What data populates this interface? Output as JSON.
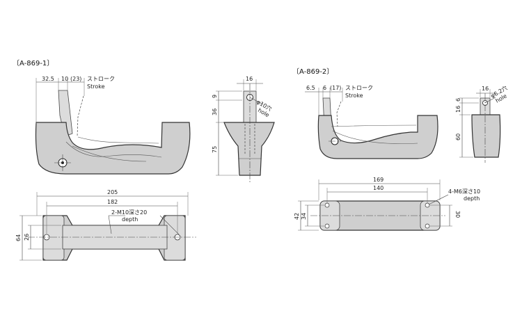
{
  "a1": {
    "title": "〔A-869-1〕",
    "side": {
      "d1": "32.5",
      "d2": "10",
      "d3": "(23)",
      "stroke_jp": "ストローク",
      "stroke_en": "Stroke"
    },
    "end": {
      "w": "16",
      "h1": "9",
      "h2": "36",
      "h3": "75",
      "hole_jp": "φ10穴",
      "hole_en": "hole"
    },
    "plan": {
      "overall": "205",
      "pitch": "182",
      "thread_jp": "2-M10深さ20",
      "thread_en": "depth",
      "h1": "64",
      "h2": "26"
    }
  },
  "a2": {
    "title": "〔A-869-2〕",
    "side": {
      "d1": "6.5",
      "d2": "6",
      "d3": "(17)",
      "stroke_jp": "ストローク",
      "stroke_en": "Stroke"
    },
    "end": {
      "w": "16",
      "h1": "6",
      "h2": "16",
      "h3": "60",
      "hole_jp": "φ6.2穴",
      "hole_en": "hole"
    },
    "plan": {
      "overall": "169",
      "pitch": "140",
      "thread_jp": "4-M6深さ10",
      "thread_en": "depth",
      "h1": "42",
      "h2": "34",
      "h3": "30"
    }
  }
}
